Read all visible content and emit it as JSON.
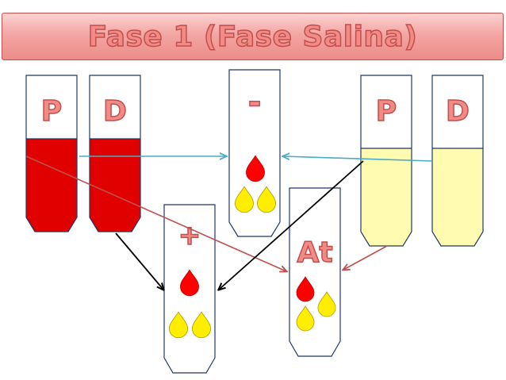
{
  "title": "Fase 1 (Fase Salina)",
  "tubes": {
    "patient_red": {
      "label": "P",
      "content": "red-blood"
    },
    "donor_red": {
      "label": "D",
      "content": "red-blood"
    },
    "patient_yellow": {
      "label": "P",
      "content": "yellow-serum"
    },
    "donor_yellow": {
      "label": "D",
      "content": "yellow-serum"
    },
    "negative": {
      "label": "-"
    },
    "positive": {
      "label": "+"
    },
    "antiglobulin": {
      "label": "At"
    }
  },
  "colors": {
    "blood": "#e00000",
    "serum": "#fffbb0",
    "drop_red": "#ff0000",
    "drop_yellow": "#ffee00",
    "label_fill": "#f28a86",
    "label_stroke": "#c0504d",
    "arrow_teal": "#4bacc6",
    "arrow_red": "#c0504d",
    "arrow_black": "#000000"
  }
}
